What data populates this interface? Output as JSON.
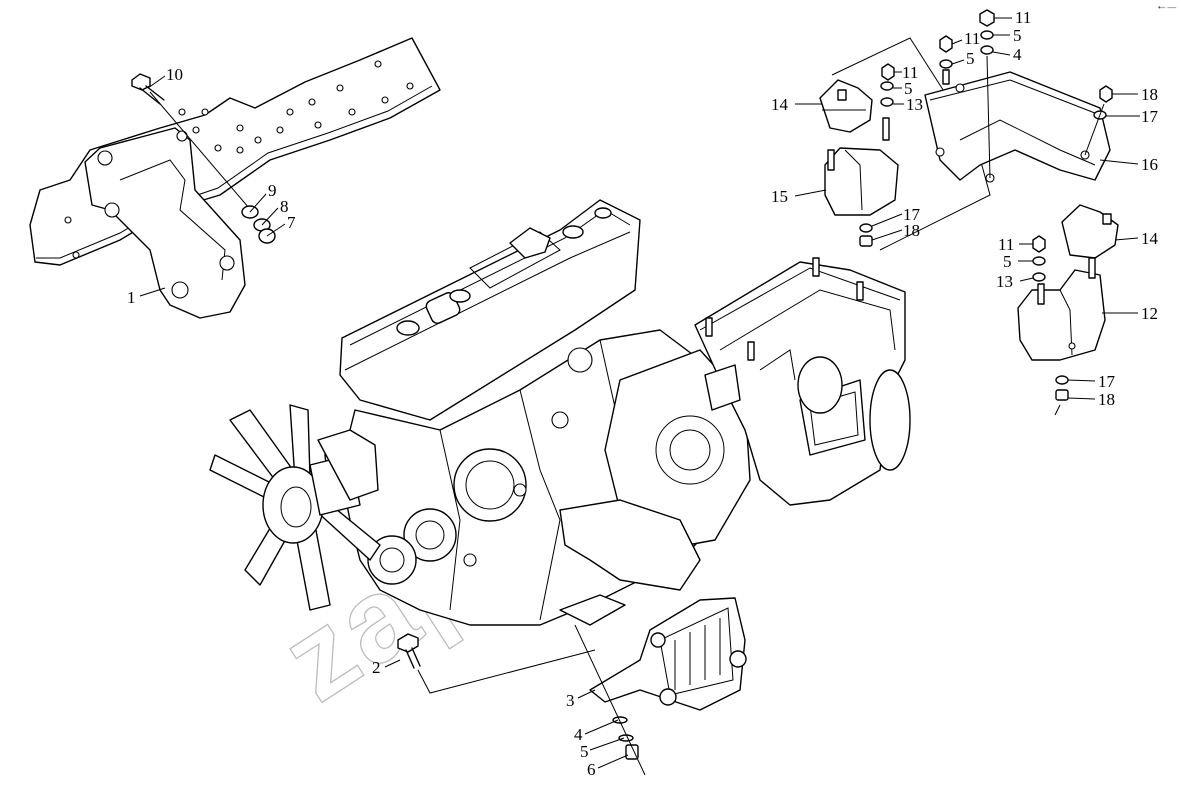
{
  "diagram": {
    "watermark": "zapcom.ru",
    "corner_mark": "•– ‒‒",
    "callouts": [
      {
        "id": "c10",
        "label": "10"
      },
      {
        "id": "c9",
        "label": "9"
      },
      {
        "id": "c8",
        "label": "8"
      },
      {
        "id": "c7",
        "label": "7"
      },
      {
        "id": "c1",
        "label": "1"
      },
      {
        "id": "c2",
        "label": "2"
      },
      {
        "id": "c3",
        "label": "3"
      },
      {
        "id": "c4b",
        "label": "4"
      },
      {
        "id": "c5b",
        "label": "5"
      },
      {
        "id": "c6",
        "label": "6"
      },
      {
        "id": "c14a",
        "label": "14"
      },
      {
        "id": "c15",
        "label": "15"
      },
      {
        "id": "c11a",
        "label": "11"
      },
      {
        "id": "c5a",
        "label": "5"
      },
      {
        "id": "c13a",
        "label": "13"
      },
      {
        "id": "c17a",
        "label": "17"
      },
      {
        "id": "c18a",
        "label": "18"
      },
      {
        "id": "c11b",
        "label": "11"
      },
      {
        "id": "c5c",
        "label": "5"
      },
      {
        "id": "c11c",
        "label": "11"
      },
      {
        "id": "c5d",
        "label": "5"
      },
      {
        "id": "c4a",
        "label": "4"
      },
      {
        "id": "c18b",
        "label": "18"
      },
      {
        "id": "c17b",
        "label": "17"
      },
      {
        "id": "c16",
        "label": "16"
      },
      {
        "id": "c14b",
        "label": "14"
      },
      {
        "id": "c11d",
        "label": "11"
      },
      {
        "id": "c5e",
        "label": "5"
      },
      {
        "id": "c13b",
        "label": "13"
      },
      {
        "id": "c12",
        "label": "12"
      },
      {
        "id": "c17c",
        "label": "17"
      },
      {
        "id": "c18c",
        "label": "18"
      }
    ]
  }
}
